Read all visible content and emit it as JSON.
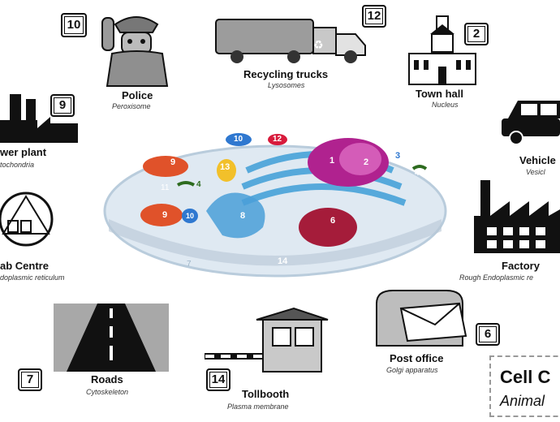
{
  "analogies": [
    {
      "id": "police",
      "number": "10",
      "title": "Police",
      "organelle": "Peroxisome"
    },
    {
      "id": "recycling",
      "number": "12",
      "title": "Recycling trucks",
      "organelle": "Lysosomes"
    },
    {
      "id": "townhall",
      "number": "2",
      "title": "Town hall",
      "organelle": "Nucleus"
    },
    {
      "id": "powerplant",
      "number": "9",
      "title": "wer plant",
      "organelle": "tochondria"
    },
    {
      "id": "vehicle",
      "number": "",
      "title": "Vehicle",
      "organelle": "Vesicl"
    },
    {
      "id": "lab",
      "number": "",
      "title": "ab Centre",
      "organelle": "doplasmic reticulum"
    },
    {
      "id": "factory",
      "number": "",
      "title": "Factory",
      "organelle": "Rough Endoplasmic re"
    },
    {
      "id": "roads",
      "number": "7",
      "title": "Roads",
      "organelle": "Cytoskeleton"
    },
    {
      "id": "tollbooth",
      "number": "14",
      "title": "Tollbooth",
      "organelle": "Plasma membrane"
    },
    {
      "id": "postoffice",
      "number": "6",
      "title": "Post office",
      "organelle": "Golgi apparatus"
    }
  ],
  "cell_labels": [
    "1",
    "2",
    "3",
    "4",
    "6",
    "8",
    "9",
    "10",
    "11",
    "12",
    "13",
    "14",
    "7",
    "9",
    "10",
    "4"
  ],
  "legend": {
    "line1": "Cell C",
    "line2": "Animal"
  },
  "colors": {
    "nucleus": "#b0228f",
    "er": "#3f9fd8",
    "golgi": "#a51c3a",
    "mito": "#e0522a",
    "lysosome": "#d81b3c",
    "membrane": "#e3eef7"
  }
}
